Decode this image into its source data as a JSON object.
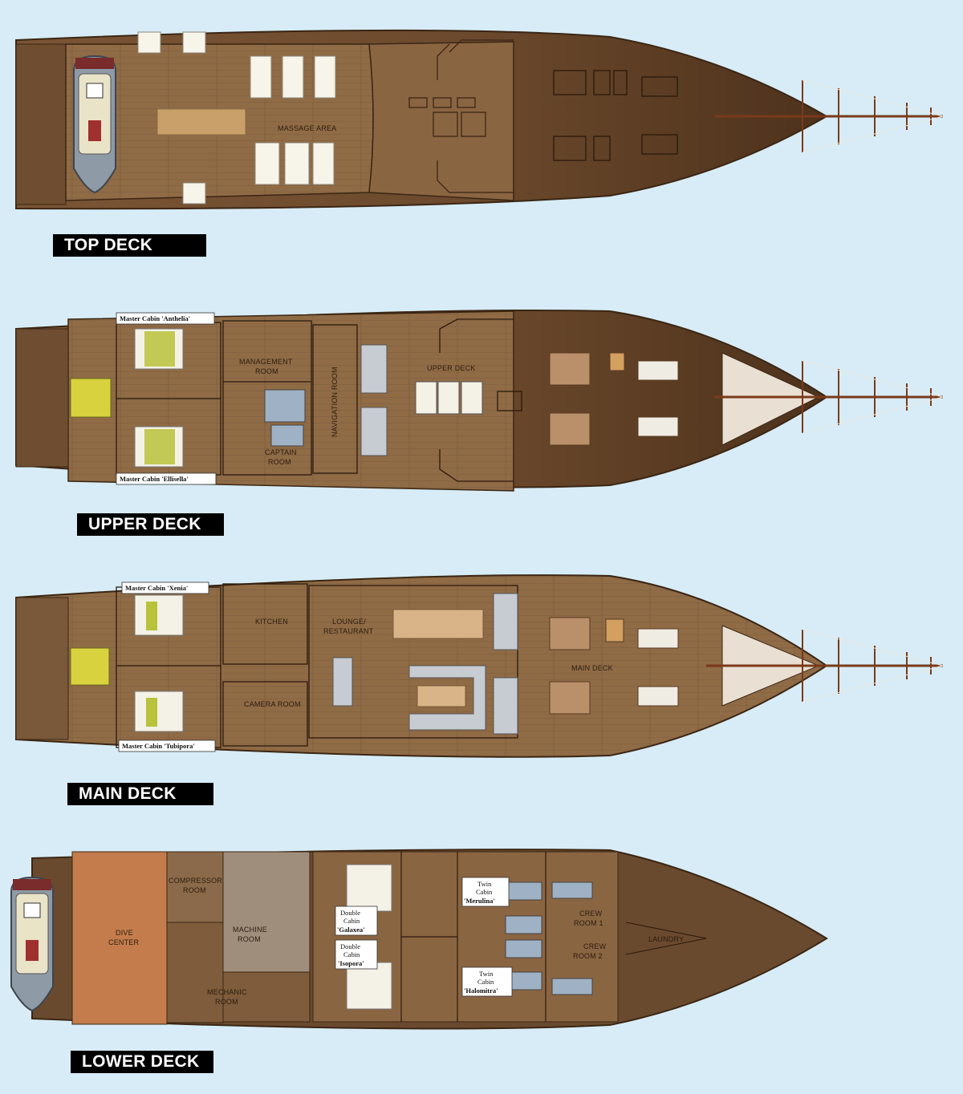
{
  "colors": {
    "background": "#d7ecf6",
    "deck_wood": "#8e6a45",
    "hull_dark": "#5a3a21",
    "title_bar": "#000000",
    "title_text": "#ffffff"
  },
  "top_deck": {
    "title": "TOP DECK",
    "labels": {
      "massage_area": "MASSAGE AREA"
    }
  },
  "upper_deck": {
    "title": "UPPER DECK",
    "labels": {
      "master_anthelia": "Master Cabin 'Anthelia'",
      "master_ellisella": "Master Cabin 'Ellisella'",
      "management_1": "MANAGEMENT",
      "management_2": "ROOM",
      "captain_1": "CAPTAIN",
      "captain_2": "ROOM",
      "navigation": "NAVIGATION ROOM",
      "upper_deck": "UPPER DECK"
    }
  },
  "main_deck": {
    "title": "MAIN DECK",
    "labels": {
      "master_xenia": "Master Cabin 'Xenia'",
      "master_tubipora": "Master Cabin 'Tubipora'",
      "kitchen": "KITCHEN",
      "lounge_1": "LOUNGE/",
      "lounge_2": "RESTAURANT",
      "camera": "CAMERA ROOM",
      "main_deck": "MAIN DECK"
    }
  },
  "lower_deck": {
    "title": "LOWER DECK",
    "labels": {
      "compressor_1": "COMPRESSOR",
      "compressor_2": "ROOM",
      "dive_1": "DIVE",
      "dive_2": "CENTER",
      "machine_1": "MACHINE",
      "machine_2": "ROOM",
      "mechanic_1": "MECHANIC",
      "mechanic_2": "ROOM",
      "double_galaxea_1": "Double",
      "double_galaxea_2": "Cabin",
      "double_galaxea_3": "'Galaxea'",
      "double_isopora_1": "Double",
      "double_isopora_2": "Cabin",
      "double_isopora_3": "'Isopora'",
      "twin_merulina_1": "Twin",
      "twin_merulina_2": "Cabin",
      "twin_merulina_3": "'Merulina'",
      "twin_halomitra_1": "Twin",
      "twin_halomitra_2": "Cabin",
      "twin_halomitra_3": "'Halomitra'",
      "crew1_1": "CREW",
      "crew1_2": "ROOM 1",
      "crew2_1": "CREW",
      "crew2_2": "ROOM 2",
      "laundry": "LAUNDRY"
    }
  }
}
